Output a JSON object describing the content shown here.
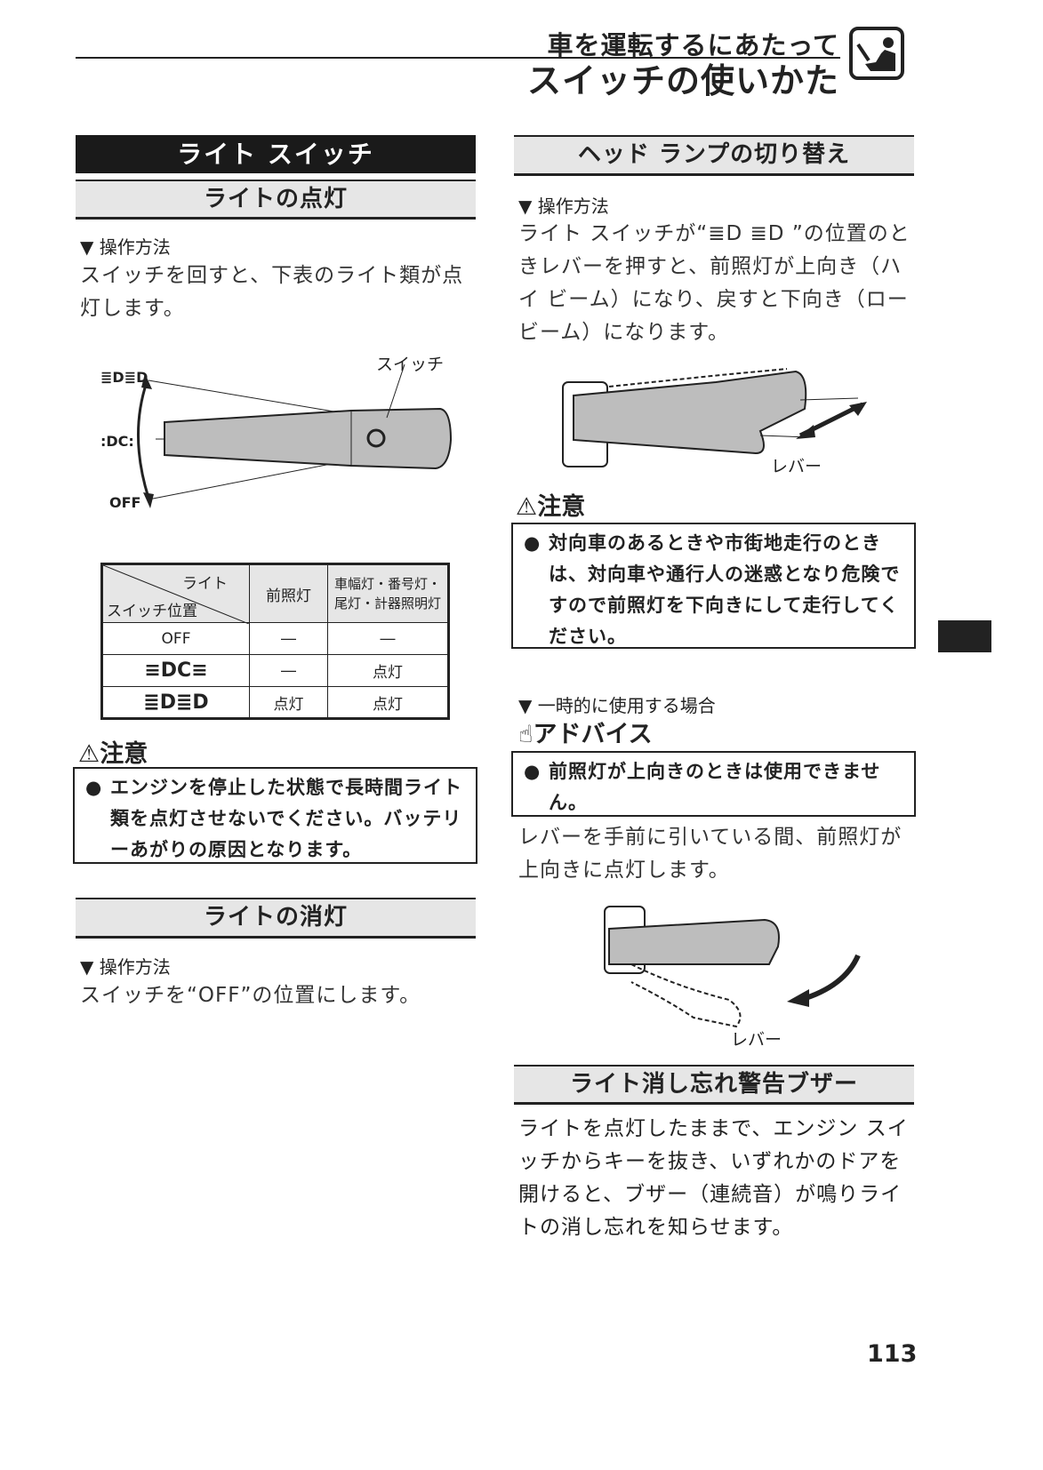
{
  "header": {
    "category": "車を運転するにあたって",
    "title": "スイッチの使いかた"
  },
  "left": {
    "section_title": "ライト スイッチ",
    "lighting": {
      "title": "ライトの点灯",
      "method_label": "操作方法",
      "text": "スイッチを回すと、下表のライト類が点灯します。",
      "diagram": {
        "switch_label": "スイッチ",
        "off_label": "OFF"
      },
      "table": {
        "header_top": "ライト",
        "header_bottom": "スイッチ位置",
        "col1": "前照灯",
        "col2": "車幅灯・番号灯・尾灯・計器照明灯",
        "rows": [
          {
            "position": "OFF",
            "headlamp": "―",
            "others": "―"
          },
          {
            "position": "small-lamp-icon",
            "headlamp": "―",
            "others": "点灯"
          },
          {
            "position": "headlamp-icon",
            "headlamp": "点灯",
            "others": "点灯"
          }
        ]
      },
      "caution_label": "注意",
      "caution_text": "エンジンを停止した状態で長時間ライト類を点灯させないでください。バッテリーあがりの原因となります。"
    },
    "off": {
      "title": "ライトの消灯",
      "method_label": "操作方法",
      "text": "スイッチを“OFF”の位置にします。"
    }
  },
  "right": {
    "switching": {
      "title": "ヘッド ランプの切り替え",
      "method_label": "操作方法",
      "text": "ライト スイッチが“≣D ≣D ”の位置のときレバーを押すと、前照灯が上向き（ハイ ビーム）になり、戻すと下向き（ロー ビーム）になります。",
      "lever_label": "レバー",
      "caution_label": "注意",
      "caution_text": "対向車のあるときや市街地走行のときは、対向車や通行人の迷惑となり危険ですので前照灯を下向きにして走行してください。"
    },
    "temporary": {
      "label": "一時的に使用する場合",
      "advice_label": "アドバイス",
      "advice_text": "前照灯が上向きのときは使用できません。",
      "text": "レバーを手前に引いている間、前照灯が上向きに点灯します。",
      "lever_label": "レバー"
    },
    "buzzer": {
      "title": "ライト消し忘れ警告ブザー",
      "text": "ライトを点灯したままで、エンジン スイッチからキーを抜き、いずれかのドアを開けると、ブザー（連続音）が鳴りライトの消し忘れを知らせます。"
    }
  },
  "page_number": "113"
}
